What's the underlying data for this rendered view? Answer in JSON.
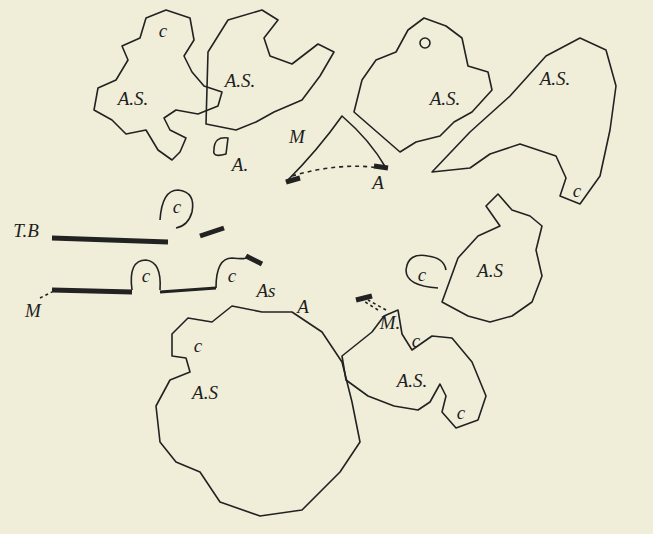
{
  "diagram": {
    "labels": [
      "c",
      "A.S.",
      "A.S.",
      "A.S.",
      "A.S.",
      "A.",
      "M",
      "A",
      "T.B",
      "c",
      "c",
      "c",
      "c",
      "A.S",
      "c",
      "M",
      "As",
      "A",
      "M.",
      "c",
      "c",
      "A.S",
      "A.S.",
      "c"
    ]
  }
}
